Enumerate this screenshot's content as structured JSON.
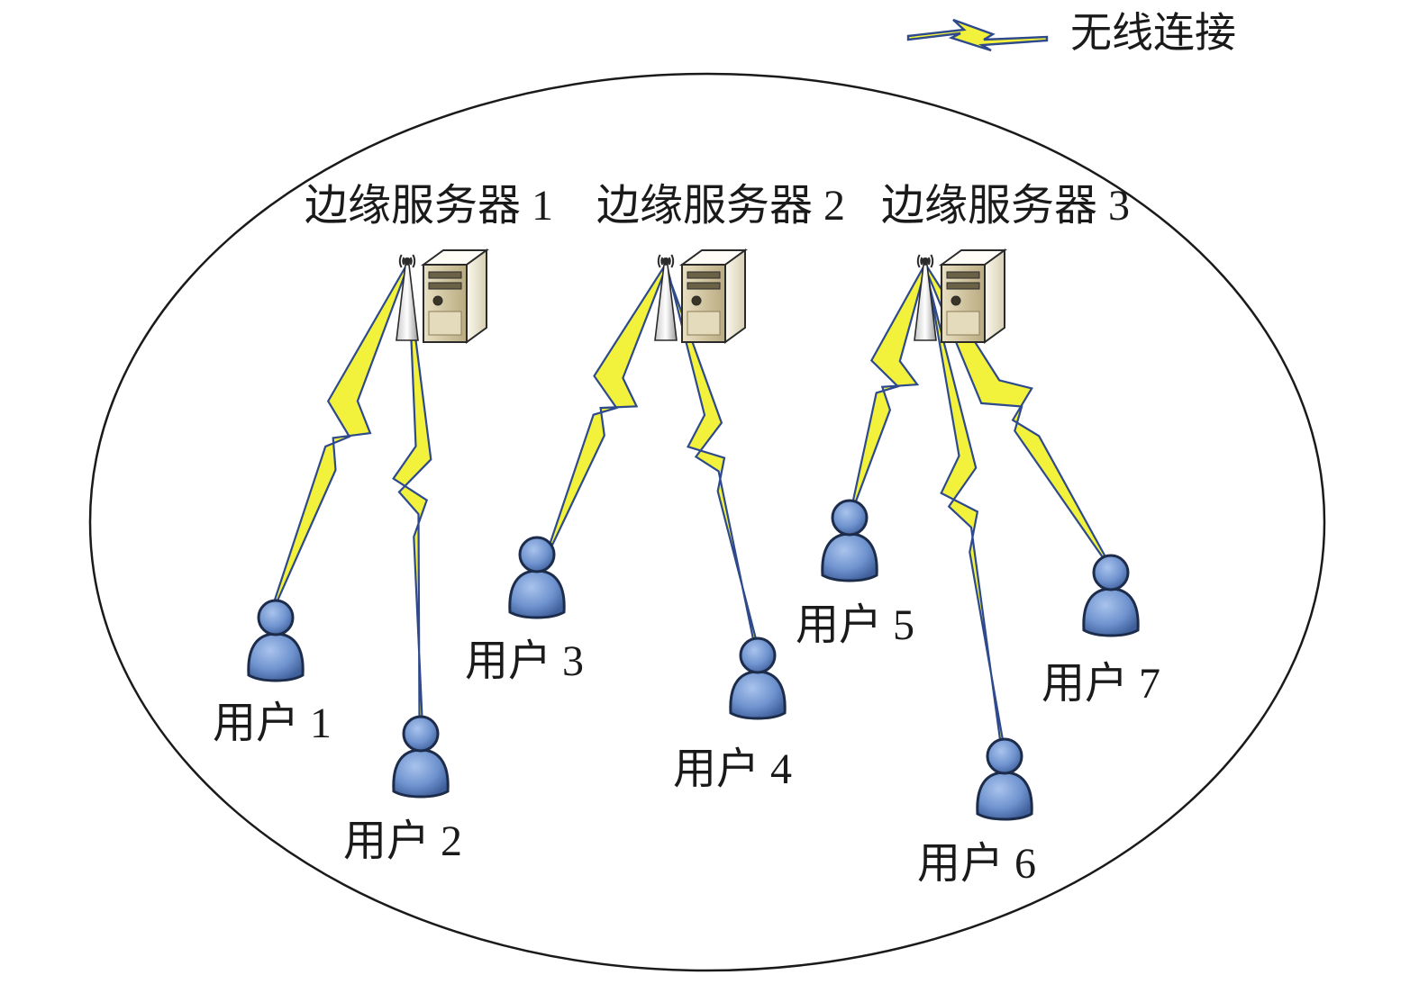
{
  "legend": {
    "label": "无线连接"
  },
  "servers": [
    {
      "label": "边缘服务器 1"
    },
    {
      "label": "边缘服务器 2"
    },
    {
      "label": "边缘服务器 3"
    }
  ],
  "users": [
    {
      "label": "用户 1"
    },
    {
      "label": "用户 2"
    },
    {
      "label": "用户 3"
    },
    {
      "label": "用户 4"
    },
    {
      "label": "用户 5"
    },
    {
      "label": "用户 6"
    },
    {
      "label": "用户 7"
    }
  ],
  "connections": [
    {
      "server": 0,
      "user": 0
    },
    {
      "server": 0,
      "user": 1
    },
    {
      "server": 1,
      "user": 2
    },
    {
      "server": 1,
      "user": 3
    },
    {
      "server": 2,
      "user": 4
    },
    {
      "server": 2,
      "user": 5
    },
    {
      "server": 2,
      "user": 6
    }
  ],
  "colors": {
    "bolt_fill": "#f2f23c",
    "bolt_outline": "#2e4a8c",
    "user_body": "#6f93cf",
    "user_outline": "#1c2c4a",
    "server_case": "#d9cfae",
    "ellipse_stroke": "#1a1a1a"
  }
}
